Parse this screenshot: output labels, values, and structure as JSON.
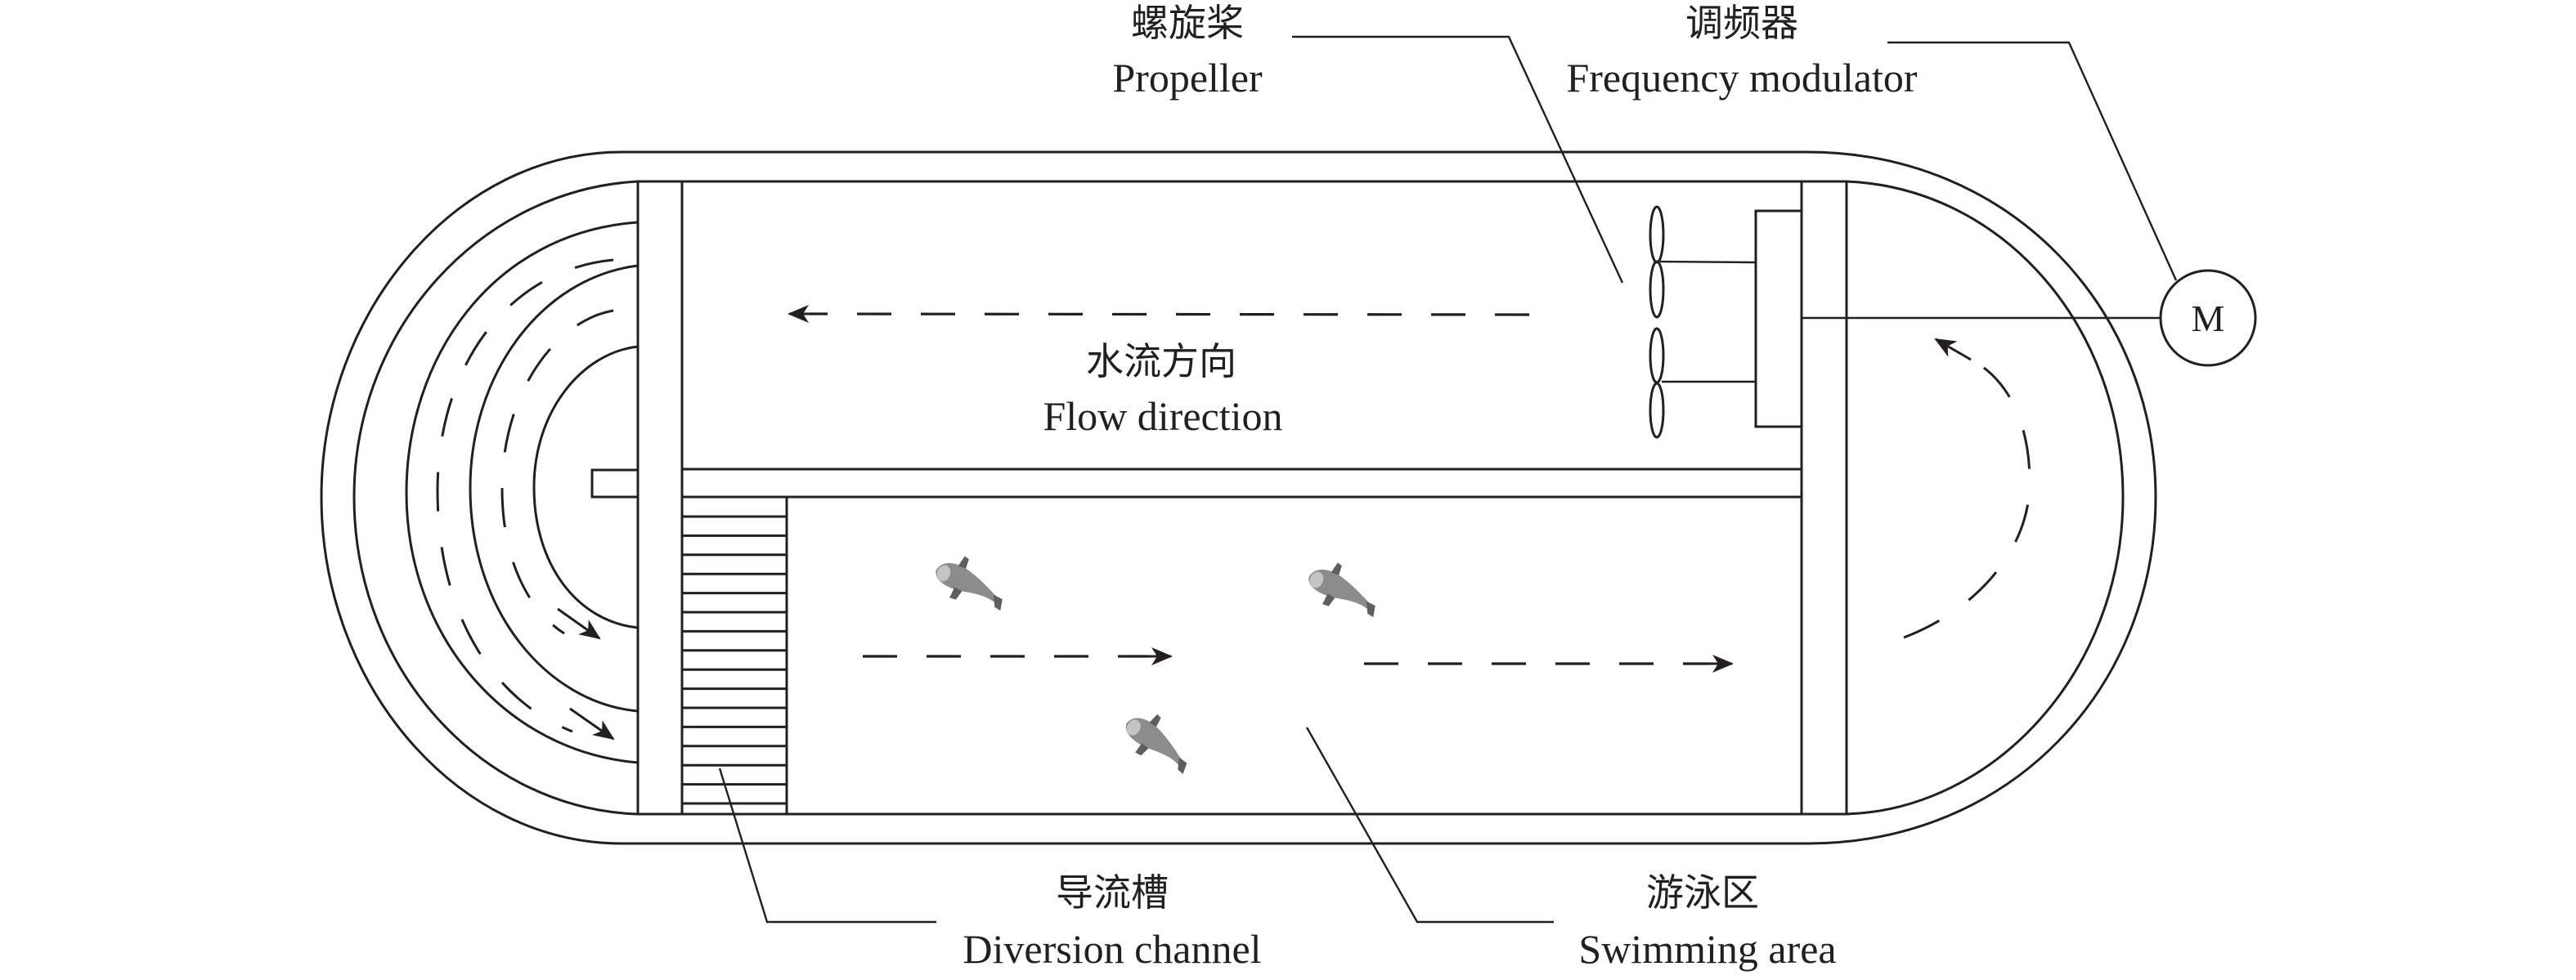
{
  "diagram": {
    "title": "Circulating swim flume for fish",
    "labels": {
      "propeller": {
        "cn": "螺旋桨",
        "en": "Propeller"
      },
      "frequency_modulator": {
        "cn": "调频器",
        "en": "Frequency modulator"
      },
      "flow_direction": {
        "cn": "水流方向",
        "en": "Flow direction"
      },
      "diversion_channel": {
        "cn": "导流槽",
        "en": "Diversion channel"
      },
      "swimming_area": {
        "cn": "游泳区",
        "en": "Swimming area"
      },
      "motor": {
        "symbol": "M"
      }
    },
    "components": [
      "outer-tank-wall",
      "inner-tank-wall",
      "left-partition-post",
      "right-partition-post",
      "center-divider",
      "divider-stub",
      "diversion-channel-slats",
      "propeller-upper",
      "propeller-lower",
      "frequency-modulator-box",
      "motor",
      "fish"
    ],
    "flow_arrows": [
      {
        "region": "upper-channel",
        "direction": "left"
      },
      {
        "region": "swimming-area-left",
        "direction": "right"
      },
      {
        "region": "swimming-area-right",
        "direction": "right"
      },
      {
        "region": "right-turn",
        "direction": "counter-clockwise-up"
      },
      {
        "region": "left-turn-guide-arcs",
        "direction": "counter-clockwise-down"
      }
    ],
    "diversion_slat_count": 17,
    "fish_count": 3,
    "propeller_count": 2,
    "colors": {
      "line": "#231f20",
      "fish": "#8c8c8c",
      "background": "#ffffff"
    }
  }
}
